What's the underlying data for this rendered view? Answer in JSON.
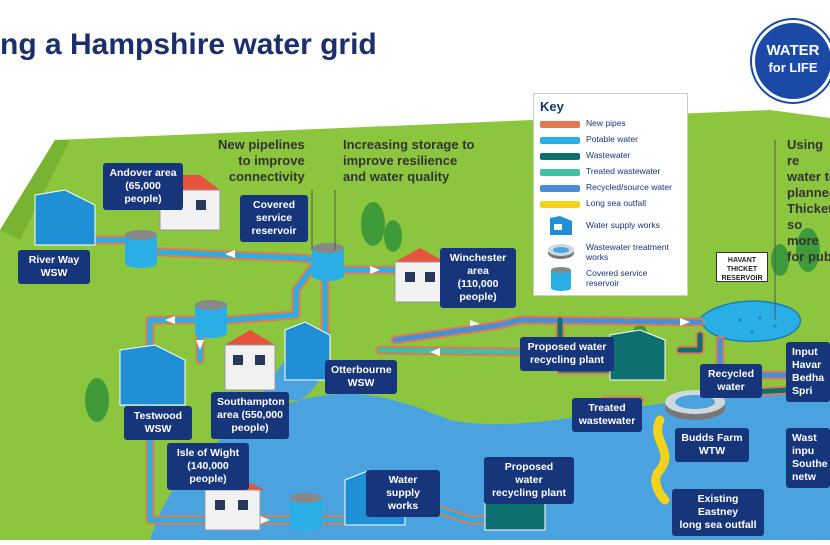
{
  "title": "ng a Hampshire water grid",
  "logo": {
    "line1": "WATER",
    "line2": "for LIFE"
  },
  "captions": {
    "pipelines": "New pipelines\nto improve\nconnectivity",
    "storage": "Increasing storage to\nimprove resilience\nand water quality",
    "right_cut": "Using re\nwater to\nplanned\nThicket\nso more\nfor publ"
  },
  "labels": {
    "andover": "Andover area\n(65,000\npeople)",
    "river_way": "River Way\nWSW",
    "covered_reservoir": "Covered\nservice\nreservoir",
    "winchester": "Winchester\narea (110,000\npeople)",
    "otterbourne": "Otterbourne\nWSW",
    "southampton": "Southampton\narea (550,000\npeople)",
    "testwood": "Testwood\nWSW",
    "isle_of_wight": "Isle of Wight\n(140,000\npeople)",
    "water_supply_works": "Water supply\nworks",
    "proposed_recycling_1": "Proposed water\nrecycling plant",
    "proposed_recycling_2": "Proposed water\nrecycling plant",
    "treated_wastewater": "Treated\nwastewater",
    "recycled_water": "Recycled\nwater",
    "budds_farm": "Budds Farm\nWTW",
    "eastney": "Existing Eastney\nlong sea outfall",
    "input_cut": "Input\nHavar\nBedha\nSpri",
    "waste_cut": "Wast\ninpu\nSouthe\nnetw",
    "havant_sign": "HAVANT\nTHICKET\nRESERVOIR"
  },
  "key": {
    "title": "Key",
    "items": [
      {
        "label": "New pipes",
        "color": "#e07a52"
      },
      {
        "label": "Potable water",
        "color": "#2aaee6"
      },
      {
        "label": "Wastewater",
        "color": "#0e6f71"
      },
      {
        "label": "Treated wastewater",
        "color": "#3fbfa5"
      },
      {
        "label": "Recycled/source water",
        "color": "#4a8fd6"
      },
      {
        "label": "Long sea outfall",
        "color": "#f2d21a"
      },
      {
        "label": "Water supply works",
        "icon": "water-supply-works-icon"
      },
      {
        "label": "Wastewater treatment\nworks",
        "icon": "wastewater-treatment-icon"
      },
      {
        "label": "Covered service\nreservoir",
        "icon": "covered-reservoir-icon"
      }
    ]
  },
  "colors": {
    "navy": "#16357a",
    "land": "#8cc63f",
    "land_dark": "#79b332",
    "sea": "#4aa3df",
    "pipe_outer": "#e07a52",
    "pipe_inner": "#2aaee6"
  }
}
